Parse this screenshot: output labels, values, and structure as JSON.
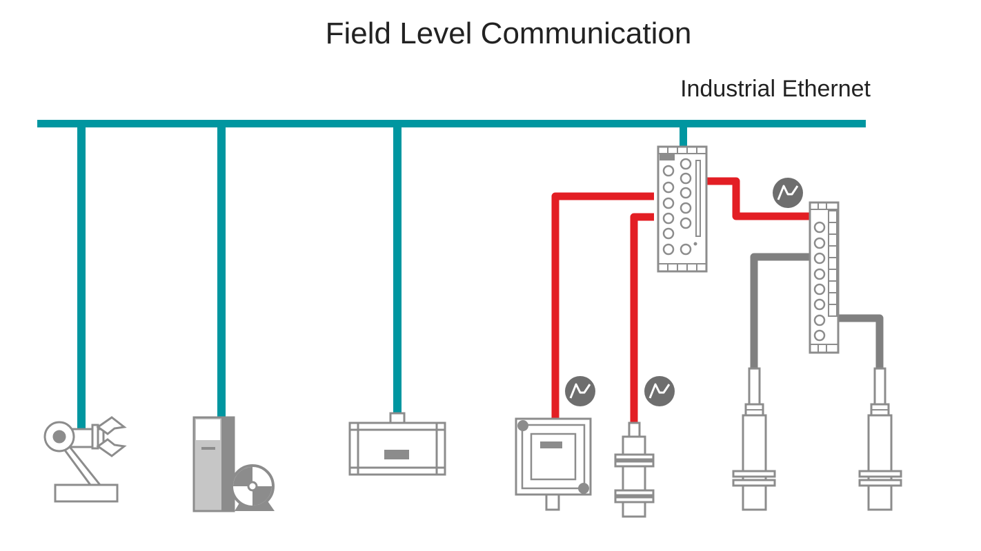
{
  "title": "Field Level Communication",
  "network_label": "Industrial Ethernet",
  "colors": {
    "ethernet": "#0096a0",
    "io_link_cable": "#e31e24",
    "sensor_cable": "#808080",
    "device_outline": "#8c8c8c",
    "signal_badge": "#6e6e6e",
    "drive_fill": "#c6c6c6"
  },
  "devices": [
    {
      "id": "robot",
      "icon": "robot-arm-icon"
    },
    {
      "id": "drive",
      "icon": "drive-motor-icon"
    },
    {
      "id": "field-device",
      "icon": "field-device-box-icon"
    },
    {
      "id": "io-link-master",
      "icon": "io-link-master-module-icon"
    },
    {
      "id": "io-link-hub",
      "icon": "io-link-hub-module-icon"
    },
    {
      "id": "io-link-actuator",
      "icon": "io-link-device-icon"
    },
    {
      "id": "io-link-sensor",
      "icon": "proximity-sensor-icon"
    },
    {
      "id": "binary-sensor-1",
      "icon": "proximity-sensor-icon"
    },
    {
      "id": "binary-sensor-2",
      "icon": "proximity-sensor-icon"
    }
  ],
  "signal_badges": [
    {
      "id": "master-to-hub",
      "icon": "io-link-signal-icon"
    },
    {
      "id": "actuator",
      "icon": "io-link-signal-icon"
    },
    {
      "id": "sensor",
      "icon": "io-link-signal-icon"
    }
  ]
}
